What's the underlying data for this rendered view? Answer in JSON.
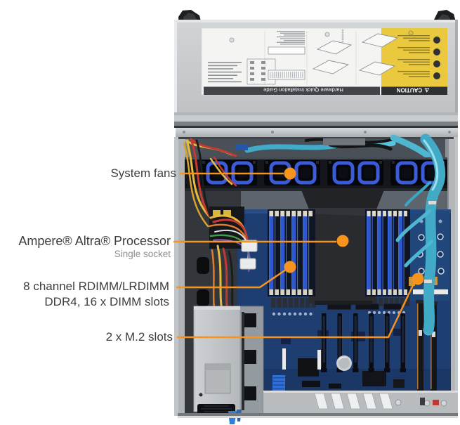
{
  "callouts": {
    "system_fans": {
      "label": "System fans"
    },
    "processor": {
      "label": "Ampere® Altra® Processor",
      "sublabel": "Single socket"
    },
    "dimm": {
      "label_line1": "8 channel RDIMM/LRDIMM",
      "label_line2": "DDR4, 16 x DIMM slots"
    },
    "m2": {
      "label": "2 x M.2 slots"
    }
  },
  "chassis_label": {
    "title": "Hardware Quick Installation Guide",
    "caution_icon": "⚠",
    "caution": "CAUTION"
  },
  "hardware": {
    "fan_modules": 4,
    "fans_per_module": 2,
    "dimm_banks": 2,
    "dimm_slots_per_bank": 8,
    "pcie_slots": 6,
    "rear_slot_cutouts": 5,
    "m2_slots": 2
  },
  "colors": {
    "callout_orange": "#f7941d",
    "caution_yellow": "#ebc93e",
    "motherboard_blue": "#1e3d70",
    "dimm_blue": "#2e59cc",
    "sas_cable_cyan": "#53bdd8",
    "label_text": "#3d3d3d"
  }
}
